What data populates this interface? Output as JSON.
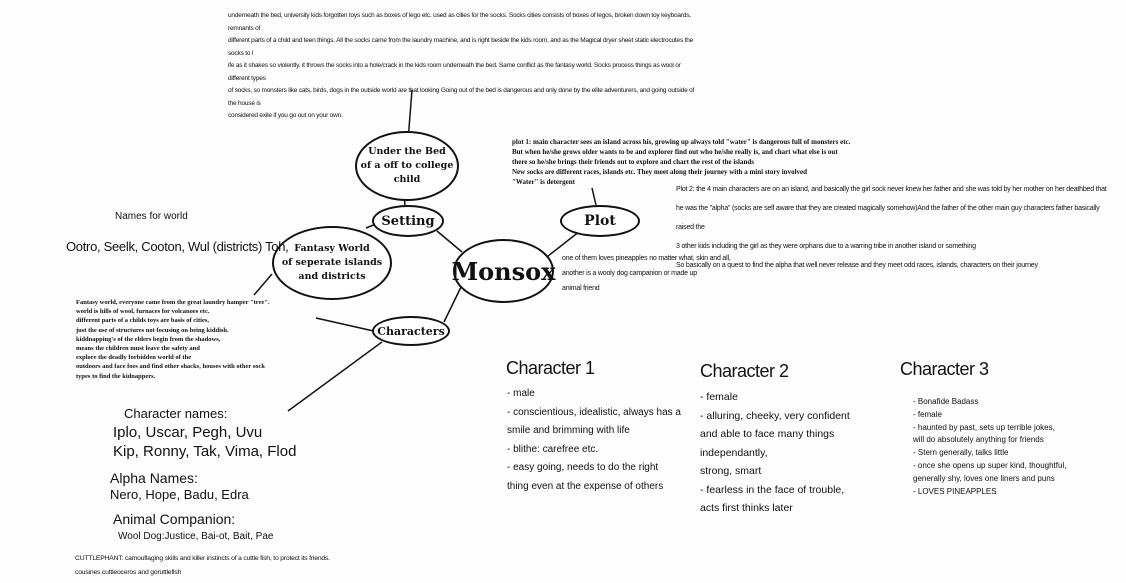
{
  "center": {
    "label": "Monsox"
  },
  "branches": {
    "setting": "Setting",
    "plot": "Plot",
    "characters": "Characters"
  },
  "setting_nodes": {
    "under_bed": "Under the Bed\nof a off to college\nchild",
    "fantasy_world": "Fantasy World\nof seperate islands\nand districts"
  },
  "notes": {
    "top_paragraph": "underneath the bed, university kids forgotten toys such as boxes of lego etc.  used as cities for the socks. Socks cities consists of boxes of legos, broken down toy keyboards, remnants of\ndifferent parts of a child and teen things.   All the socks came from the laundry machine, and is right beside the kids room, and as the Magical dryer sheet static electrocutes the socks to l\nife as it shakes so violently. it throws the socks into a hole/crack in the kids room underneath the bed.  Same conflict as the fantasy world.  Socks process things as wool or different types\nof socks, so monsters like cats, birds, dogs in the outside world are that looking Going out of the bed is dangerous and only done by the elite adventurers, and going outside of the house is\nconsidered exile if you go out on your own.",
    "plot1": "plot 1: main character sees an island across his, growing up always told \"water\" is dangerous full of monsters etc.\nBut when he/she grows older wants to be and explorer find out who he/she really is, and chart what else is out\nthere so he/she brings their friends out to explore and chart the rest of the islands\nNew socks are different races, islands etc.  They meet along their journey with a mini story involved\n\"Water\" is detergent",
    "plot2": "Plot 2: the 4 main characters are on an island, and basically the girl sock never knew her father and she was told by her mother on her deathbed that\nhe was the \"alpha\" (socks are self aware that they are created magically somehow)And the father of the other main guy characters father basically raised the\n3 other kids including the girl as they were orphans due to a warring tribe in another island or something\nSo basically on a quest to find the alpha that well never release and they meet odd races, islands, characters on their journey",
    "pineapple": "one of them loves pineapples no matter what, skin and all,\nanother is a wooly dog campanion or made up\nanimal friend",
    "names_title": "Names for world",
    "world_names": "Ootro, Seelk, Cooton, Wul (districts) Toh,",
    "fantasy_text": "Fantasy world, everyone came from the great laundry hamper \"tree\".\nworld is hills of wool, furnaces for volcanoes etc.\ndifferent parts of a childs toys are basis of cities,\njust the use of structures not focusing on being kiddish.\nkiddnapping's of the elders begin from the shadows,\nmeans the children must leave the safety and\nexplore the deadly forbidden world of the\noutdoors and face foes and find other shacks, houses with other sock\n types to find the kidnappers."
  },
  "character_names": {
    "title": "Character names:",
    "line1": "Iplo, Uscar, Pegh, Uvu",
    "line2": "Kip, Ronny, Tak,  Vima, Flod"
  },
  "alpha_names": {
    "title": "Alpha Names:",
    "line": "Nero, Hope, Badu, Edra"
  },
  "animal_companion": {
    "title": "Animal Companion:",
    "line": "Wool Dog:Justice,  Bai-ot, Bait, Pae",
    "cuttlephant": "CUTTLEPHANT: camouflaging skills and killer instincts of a cuttle fish, to protect its friends.\ncousines cuttleoceros and goruttlefish"
  },
  "characters": [
    {
      "title": "Character 1",
      "traits": "- male\n- conscientious, idealistic, always has a\nsmile and brimming with life\n- blithe: carefree etc.\n- easy going, needs to do the right\nthing even at the expense of others"
    },
    {
      "title": "Character 2",
      "traits": "- female\n- alluring, cheeky, very confident\nand able to face many things independantly,\nstrong, smart\n- fearless  in the face of trouble,\nacts first thinks later"
    },
    {
      "title": "Character 3",
      "traits": "- Bonafide Badass\n- female\n- haunted by past, sets up terrible jokes,\n will do absolutely anything for friends\n- Stern generally, talks little\n- once she opens up super kind, thoughtful,\n generally shy, loves one liners and puns\n- LOVES PINEAPPLES"
    }
  ]
}
